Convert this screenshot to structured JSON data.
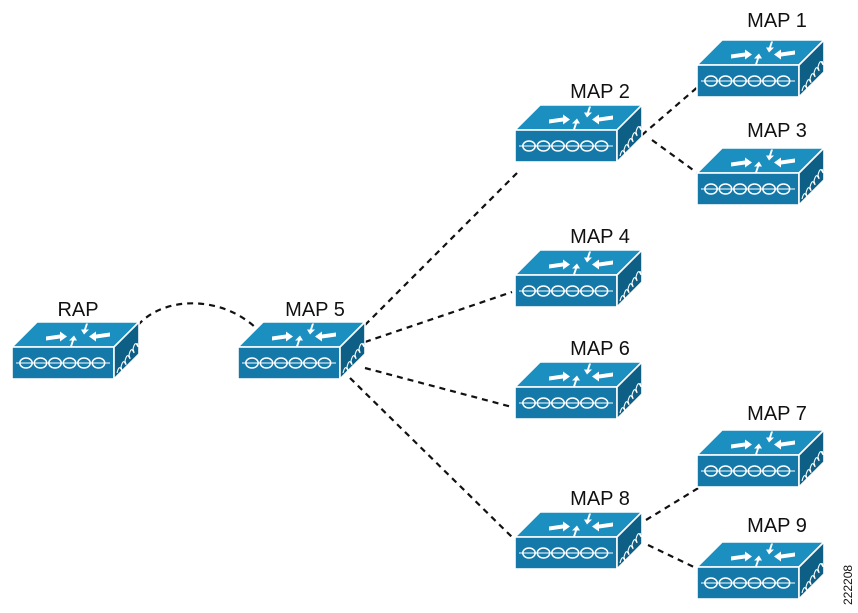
{
  "nodes": [
    {
      "id": "RAP",
      "label": "RAP"
    },
    {
      "id": "MAP1",
      "label": "MAP 1"
    },
    {
      "id": "MAP2",
      "label": "MAP 2"
    },
    {
      "id": "MAP3",
      "label": "MAP 3"
    },
    {
      "id": "MAP4",
      "label": "MAP 4"
    },
    {
      "id": "MAP5",
      "label": "MAP 5"
    },
    {
      "id": "MAP6",
      "label": "MAP 6"
    },
    {
      "id": "MAP7",
      "label": "MAP 7"
    },
    {
      "id": "MAP8",
      "label": "MAP 8"
    },
    {
      "id": "MAP9",
      "label": "MAP 9"
    }
  ],
  "links": [
    {
      "from": "RAP",
      "to": "MAP5"
    },
    {
      "from": "MAP5",
      "to": "MAP2"
    },
    {
      "from": "MAP5",
      "to": "MAP4"
    },
    {
      "from": "MAP5",
      "to": "MAP6"
    },
    {
      "from": "MAP5",
      "to": "MAP8"
    },
    {
      "from": "MAP2",
      "to": "MAP1"
    },
    {
      "from": "MAP2",
      "to": "MAP3"
    },
    {
      "from": "MAP8",
      "to": "MAP7"
    },
    {
      "from": "MAP8",
      "to": "MAP9"
    }
  ],
  "figure_id": "222208",
  "colors": {
    "device_top": "#1a8fc0",
    "device_front": "#1478a8",
    "device_side": "#0e5f86",
    "outline": "#ffffff",
    "link": "#111111"
  }
}
